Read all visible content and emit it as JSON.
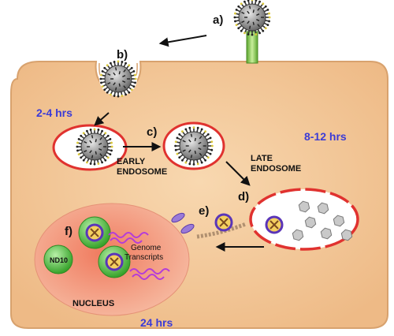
{
  "steps": {
    "a": "a)",
    "b": "b)",
    "c": "c)",
    "d": "d)",
    "e": "e)",
    "f": "f)"
  },
  "times": {
    "t1": "2-4 hrs",
    "t2": "8-12 hrs",
    "t3": "24 hrs"
  },
  "labels": {
    "early_endosome_line1": "EARLY",
    "early_endosome_line2": "ENDOSOME",
    "late_endosome_line1": "LATE",
    "late_endosome_line2": "ENDOSOME",
    "nd10": "ND10",
    "genome": "Genome",
    "transcripts": "Transcripts",
    "nucleus": "NUCLEUS"
  },
  "colors": {
    "cell_fill": "#f3c89a",
    "cell_stroke": "#d8a26e",
    "nucleus_fill": "#f2a087",
    "endosome_ring": "#e0322f",
    "time_text": "#3b3bd6",
    "nd10_green": "#5cc84a",
    "transcript": "#b43cd8",
    "receptor": "#7fc143"
  }
}
